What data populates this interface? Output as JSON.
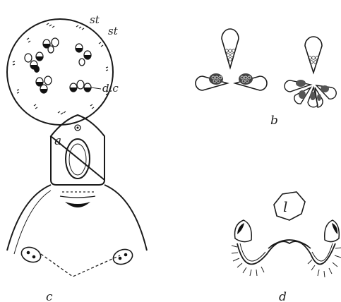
{
  "figure": {
    "panels": [
      {
        "id": "a",
        "label": "a",
        "callouts": [
          "st",
          "st",
          "d.c"
        ]
      },
      {
        "id": "b",
        "label": "b"
      },
      {
        "id": "c",
        "label": "c"
      },
      {
        "id": "d",
        "label": "d",
        "callouts": [
          "l"
        ]
      }
    ]
  }
}
